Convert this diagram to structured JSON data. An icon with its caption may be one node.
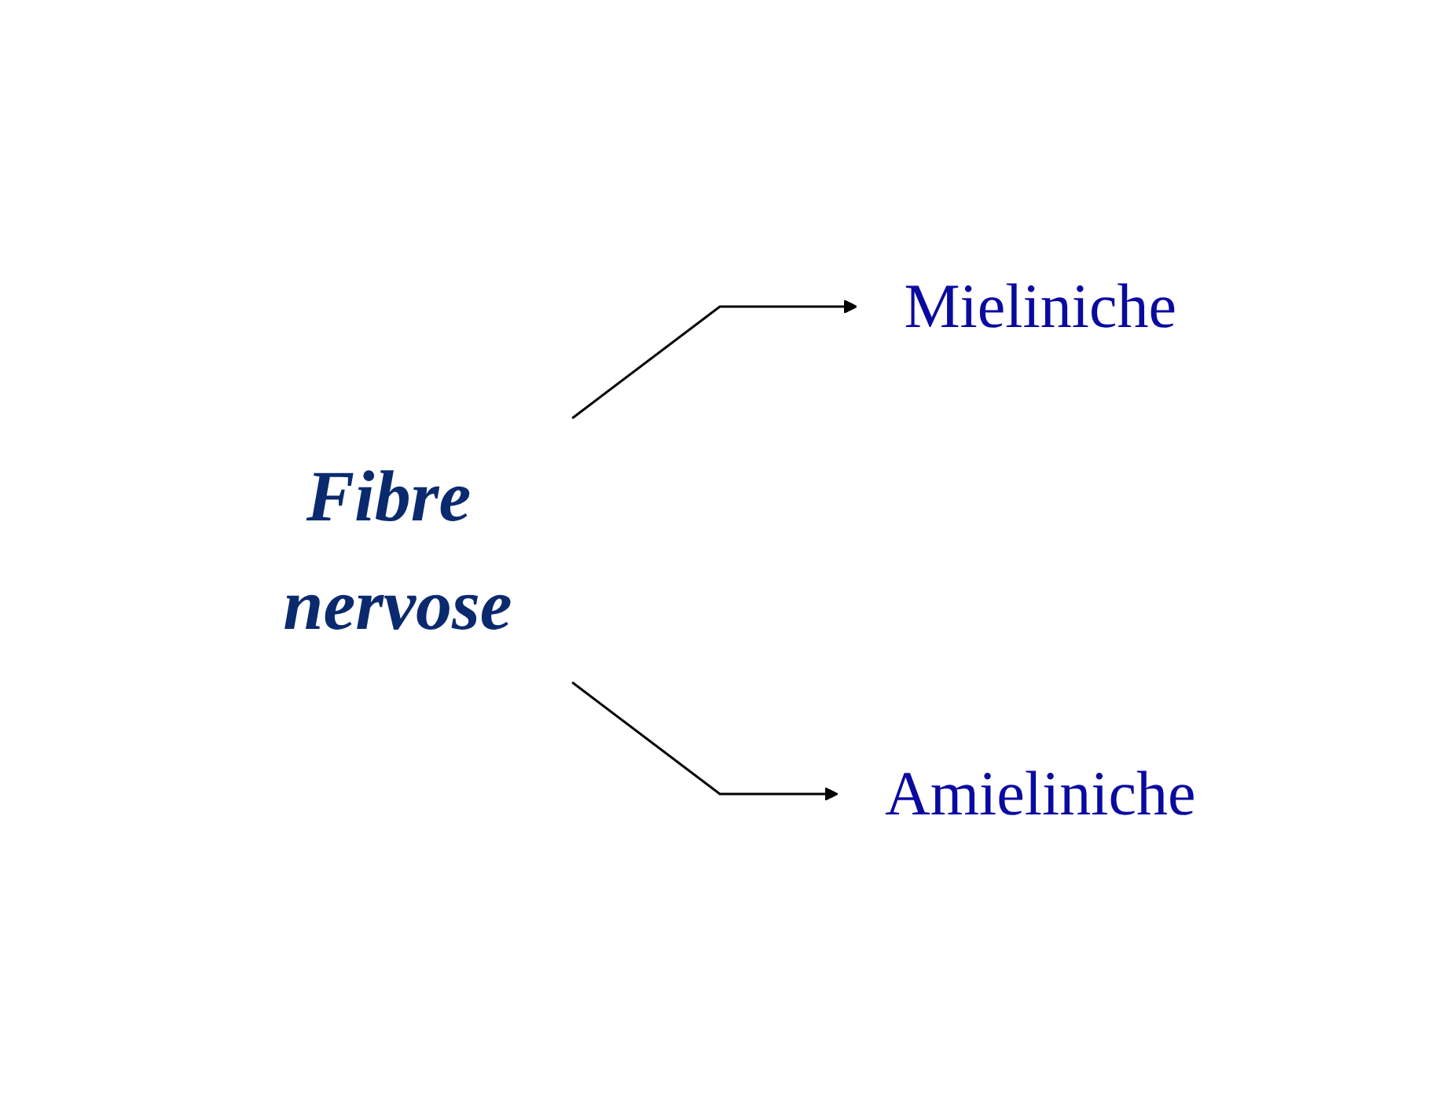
{
  "diagram": {
    "nodes": [
      {
        "text": [
          "Fibre nervose"
        ]
      },
      {
        "text": [
          "Mieliniche"
        ]
      },
      {
        "text": [
          "Amieliniche"
        ]
      }
    ],
    "edges": [
      {
        "from": 0,
        "to": 1,
        "arrow": "to"
      },
      {
        "from": 0,
        "to": 2,
        "arrow": "to"
      }
    ]
  }
}
